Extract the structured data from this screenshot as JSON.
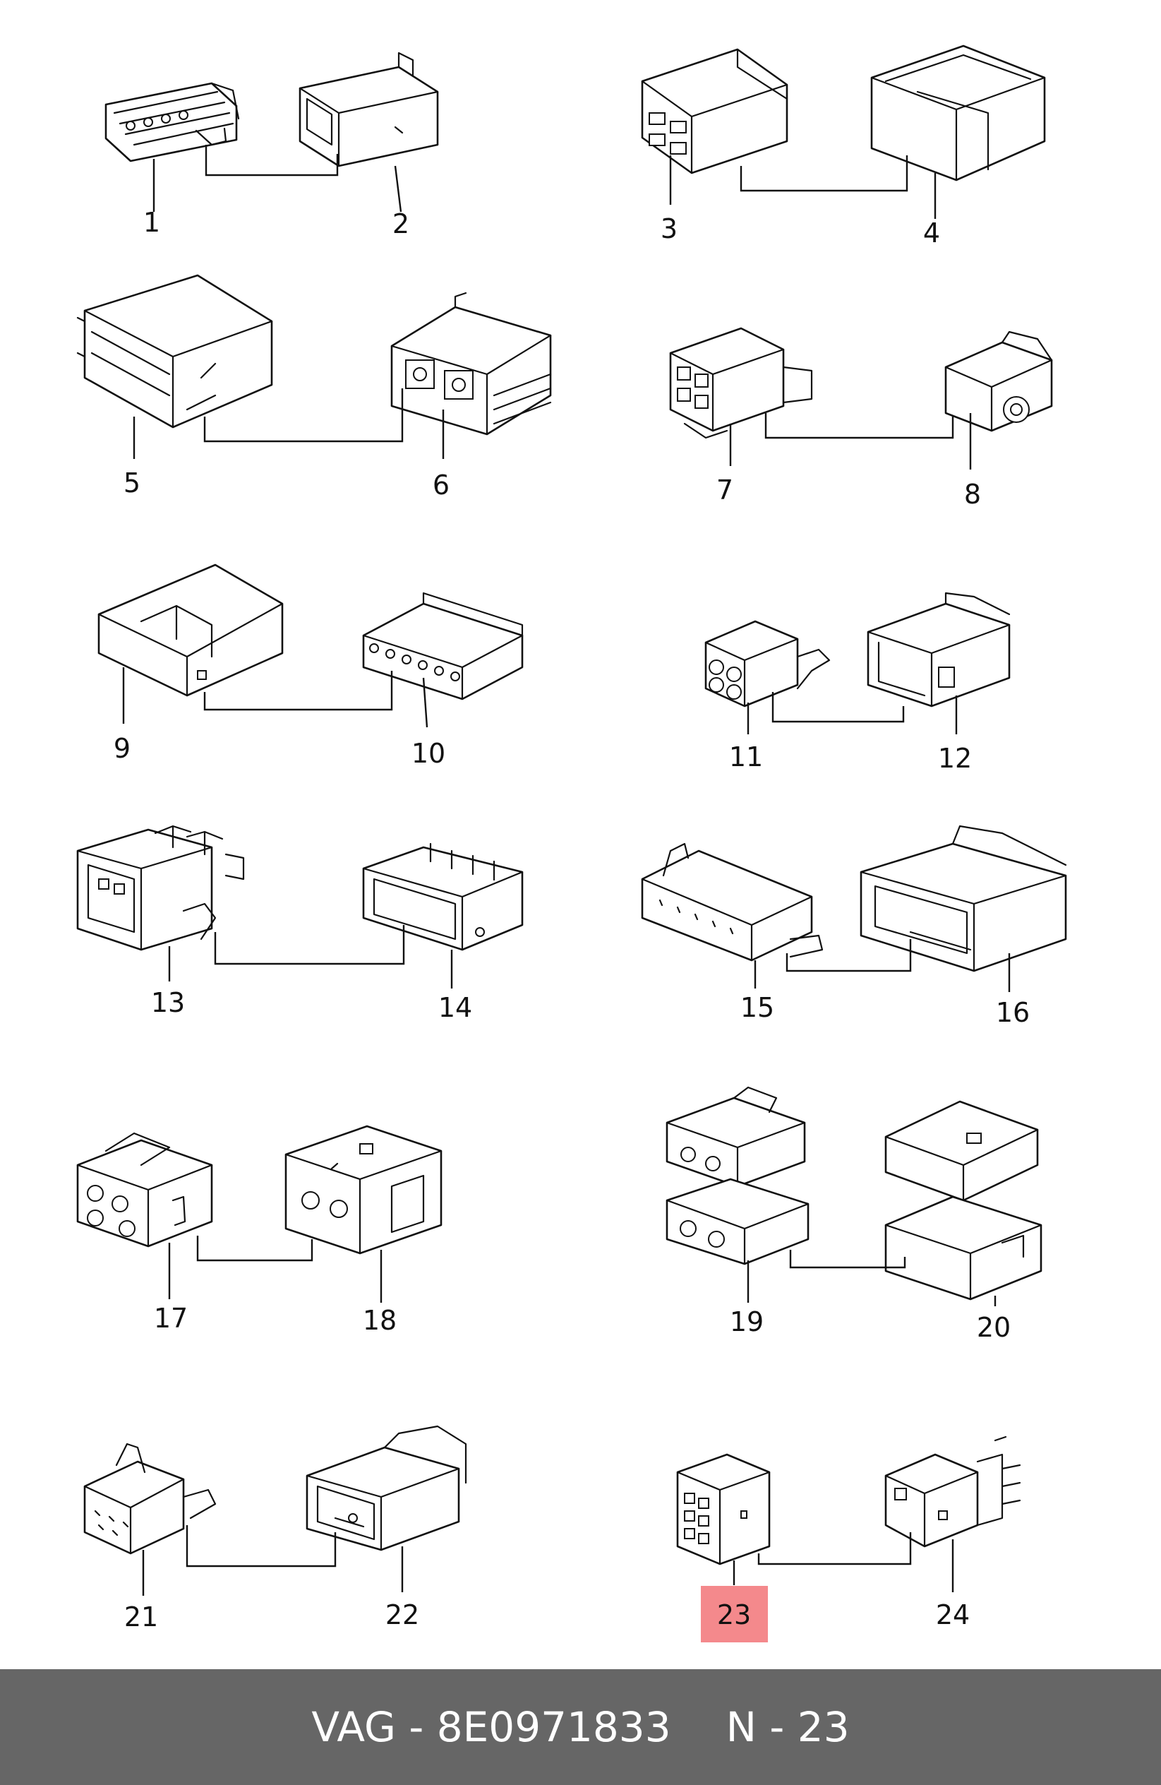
{
  "diagram": {
    "callouts": [
      "1",
      "2",
      "3",
      "4",
      "5",
      "6",
      "7",
      "8",
      "9",
      "10",
      "11",
      "12",
      "13",
      "14",
      "15",
      "16",
      "17",
      "18",
      "19",
      "20",
      "21",
      "22",
      "23",
      "24"
    ],
    "highlighted": "23",
    "highlight_color": "#f4898c"
  },
  "footer": {
    "part_ref": "VAG - 8E0971833",
    "position": "N - 23",
    "background": "#666666",
    "text_color": "#ffffff"
  }
}
